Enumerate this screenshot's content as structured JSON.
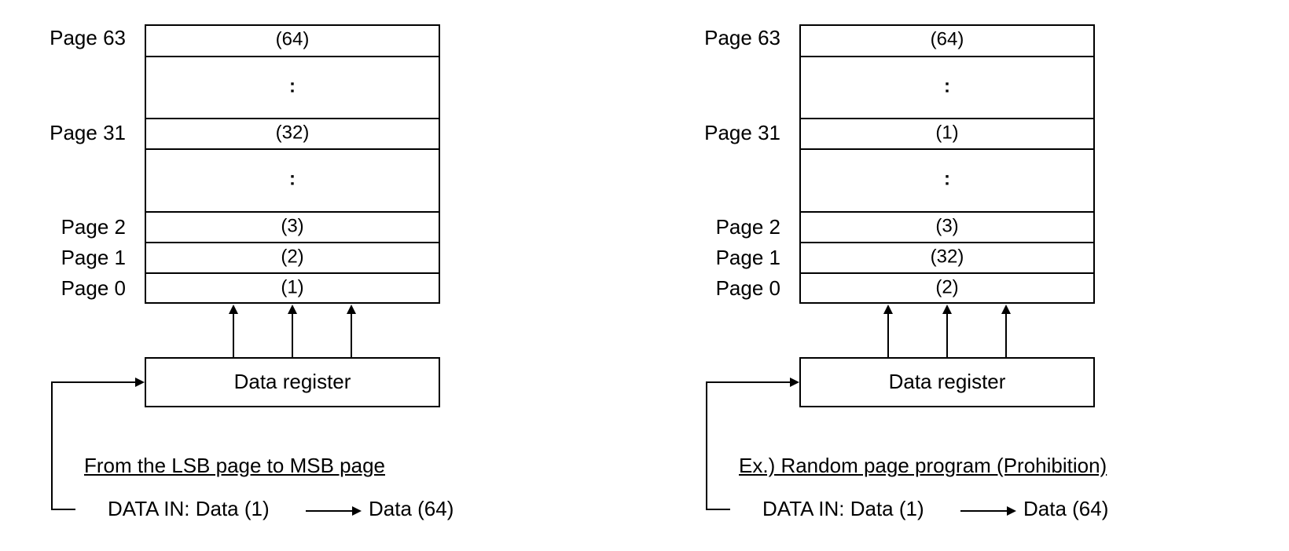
{
  "diagrams": [
    {
      "rows": [
        {
          "page": "Page 63",
          "content": "(64)"
        },
        {
          "page": "",
          "content": ":"
        },
        {
          "page": "Page 31",
          "content": "(32)"
        },
        {
          "page": "",
          "content": ":"
        },
        {
          "page": "Page 2",
          "content": "(3)"
        },
        {
          "page": "Page 1",
          "content": "(2)"
        },
        {
          "page": "Page 0",
          "content": "(1)"
        }
      ],
      "register_label": "Data register",
      "caption": "From the LSB page to MSB page",
      "flow": {
        "prefix": "DATA IN: Data (1)",
        "suffix": "Data (64)"
      }
    },
    {
      "rows": [
        {
          "page": "Page 63",
          "content": "(64)"
        },
        {
          "page": "",
          "content": ":"
        },
        {
          "page": "Page 31",
          "content": "(1)"
        },
        {
          "page": "",
          "content": ":"
        },
        {
          "page": "Page 2",
          "content": "(3)"
        },
        {
          "page": "Page 1",
          "content": "(32)"
        },
        {
          "page": "Page 0",
          "content": "(2)"
        }
      ],
      "register_label": "Data register",
      "caption": "Ex.) Random page program (Prohibition)",
      "flow": {
        "prefix": "DATA IN: Data (1)",
        "suffix": "Data (64)"
      }
    }
  ]
}
